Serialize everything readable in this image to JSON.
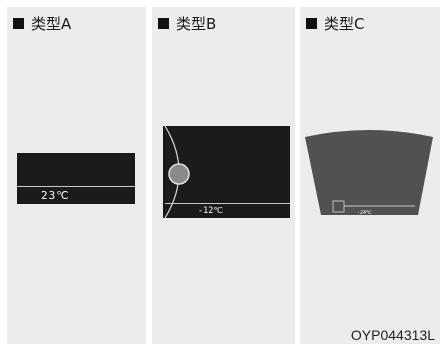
{
  "panels": [
    {
      "title": "类型A",
      "temp": "23℃"
    },
    {
      "title": "类型B",
      "temp": "-12℃"
    },
    {
      "title": "类型C",
      "temp": "-24℃"
    }
  ],
  "caption": "OYP044313L"
}
